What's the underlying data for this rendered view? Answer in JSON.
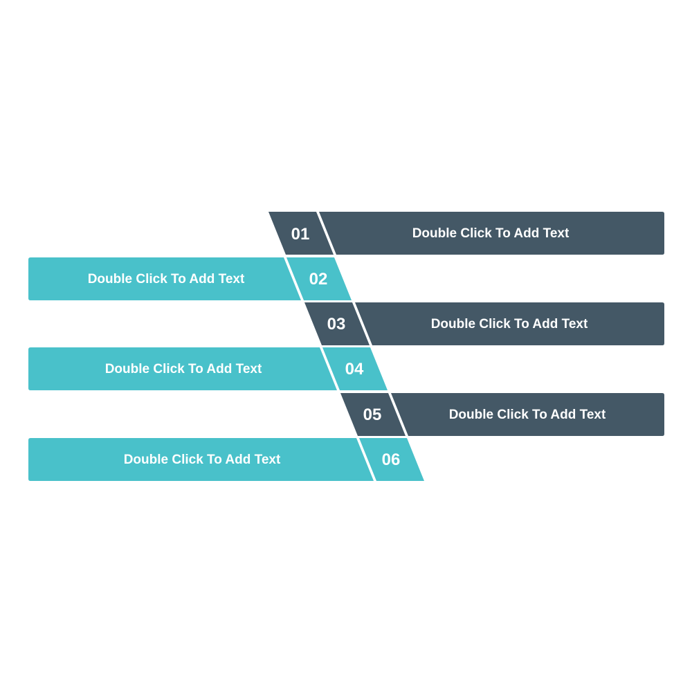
{
  "colors": {
    "dark": "#445866",
    "teal": "#49c1ca",
    "background": "#ffffff"
  },
  "steps": [
    {
      "number": "01",
      "label": "Double Click To Add Text",
      "side": "right",
      "color": "dark"
    },
    {
      "number": "02",
      "label": "Double Click To Add Text",
      "side": "left",
      "color": "teal"
    },
    {
      "number": "03",
      "label": "Double Click To Add Text",
      "side": "right",
      "color": "dark"
    },
    {
      "number": "04",
      "label": "Double Click To Add Text",
      "side": "left",
      "color": "teal"
    },
    {
      "number": "05",
      "label": "Double Click To Add Text",
      "side": "right",
      "color": "dark"
    },
    {
      "number": "06",
      "label": "Double Click To Add Text",
      "side": "left",
      "color": "teal"
    }
  ]
}
